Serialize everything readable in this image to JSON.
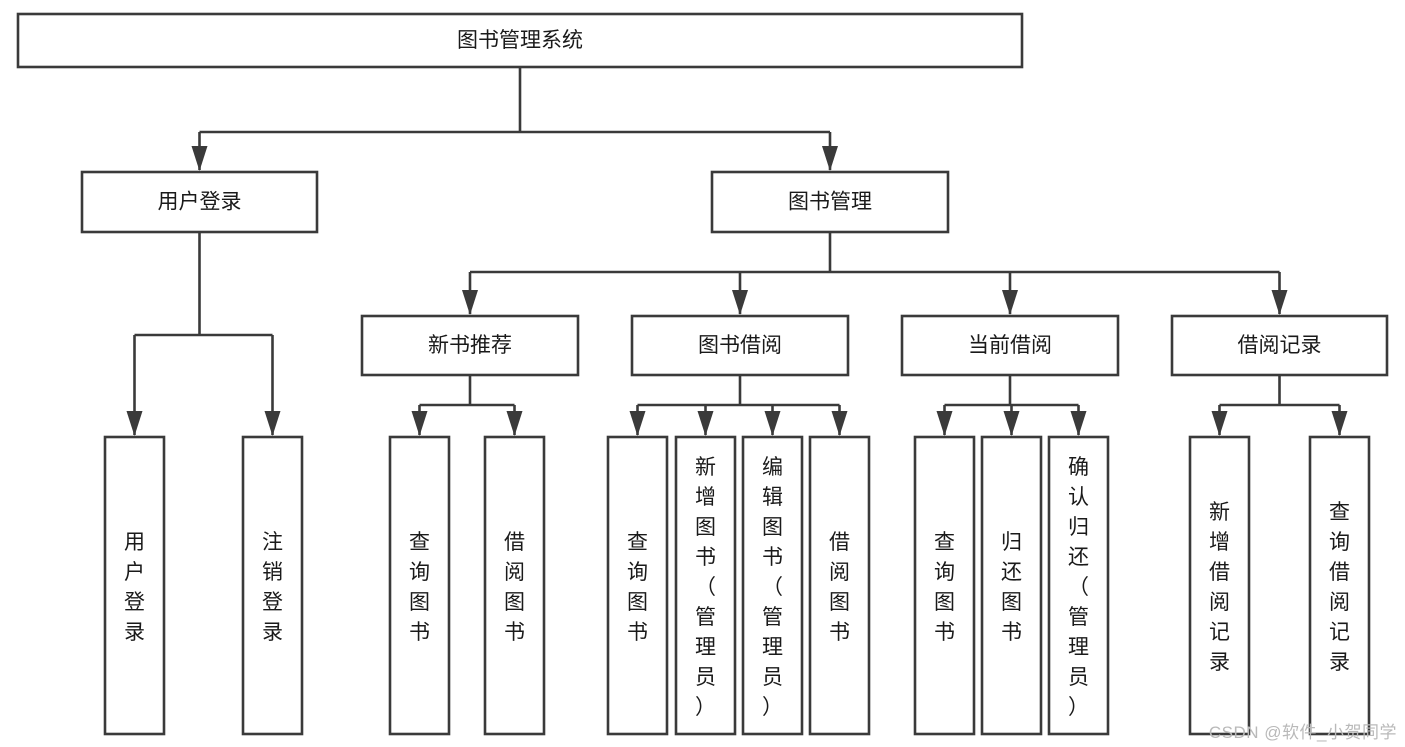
{
  "diagram": {
    "title": "图书管理系统",
    "type": "tree",
    "orientation": "top-down",
    "colors": {
      "stroke": "#3a3a3a",
      "fill": "#ffffff",
      "text": "#1a1a1a",
      "background": "#ffffff",
      "watermark": "#b9b9b9"
    },
    "nodes": {
      "root": {
        "label": "图书管理系统",
        "orient": "horizontal"
      },
      "user_login": {
        "label": "用户登录",
        "orient": "horizontal"
      },
      "book_manage": {
        "label": "图书管理",
        "orient": "horizontal"
      },
      "new_book_rec": {
        "label": "新书推荐",
        "orient": "horizontal"
      },
      "book_borrow": {
        "label": "图书借阅",
        "orient": "horizontal"
      },
      "current_borrow": {
        "label": "当前借阅",
        "orient": "horizontal"
      },
      "borrow_record": {
        "label": "借阅记录",
        "orient": "horizontal"
      },
      "leaf_user_login": {
        "label": "用户登录",
        "orient": "vertical"
      },
      "leaf_logout": {
        "label": "注销登录",
        "orient": "vertical"
      },
      "leaf_query_book_1": {
        "label": "查询图书",
        "orient": "vertical"
      },
      "leaf_borrow_book_1": {
        "label": "借阅图书",
        "orient": "vertical"
      },
      "leaf_query_book_2": {
        "label": "查询图书",
        "orient": "vertical"
      },
      "leaf_add_book": {
        "label": "新增图书（管理员）",
        "orient": "vertical"
      },
      "leaf_edit_book": {
        "label": "编辑图书（管理员）",
        "orient": "vertical"
      },
      "leaf_borrow_book_2": {
        "label": "借阅图书",
        "orient": "vertical"
      },
      "leaf_query_book_3": {
        "label": "查询图书",
        "orient": "vertical"
      },
      "leaf_return_book": {
        "label": "归还图书",
        "orient": "vertical"
      },
      "leaf_confirm_return": {
        "label": "确认归还（管理员）",
        "orient": "vertical"
      },
      "leaf_add_record": {
        "label": "新增借阅记录",
        "orient": "vertical"
      },
      "leaf_query_record": {
        "label": "查询借阅记录",
        "orient": "vertical"
      }
    },
    "edges": [
      {
        "from": "root",
        "to": "user_login"
      },
      {
        "from": "root",
        "to": "book_manage"
      },
      {
        "from": "user_login",
        "to": "leaf_user_login"
      },
      {
        "from": "user_login",
        "to": "leaf_logout"
      },
      {
        "from": "book_manage",
        "to": "new_book_rec"
      },
      {
        "from": "book_manage",
        "to": "book_borrow"
      },
      {
        "from": "book_manage",
        "to": "current_borrow"
      },
      {
        "from": "book_manage",
        "to": "borrow_record"
      },
      {
        "from": "new_book_rec",
        "to": "leaf_query_book_1"
      },
      {
        "from": "new_book_rec",
        "to": "leaf_borrow_book_1"
      },
      {
        "from": "book_borrow",
        "to": "leaf_query_book_2"
      },
      {
        "from": "book_borrow",
        "to": "leaf_add_book"
      },
      {
        "from": "book_borrow",
        "to": "leaf_edit_book"
      },
      {
        "from": "book_borrow",
        "to": "leaf_borrow_book_2"
      },
      {
        "from": "current_borrow",
        "to": "leaf_query_book_3"
      },
      {
        "from": "current_borrow",
        "to": "leaf_return_book"
      },
      {
        "from": "current_borrow",
        "to": "leaf_confirm_return"
      },
      {
        "from": "borrow_record",
        "to": "leaf_add_record"
      },
      {
        "from": "borrow_record",
        "to": "leaf_query_record"
      }
    ]
  },
  "watermark": {
    "text": "CSDN @软件_小贺同学"
  }
}
